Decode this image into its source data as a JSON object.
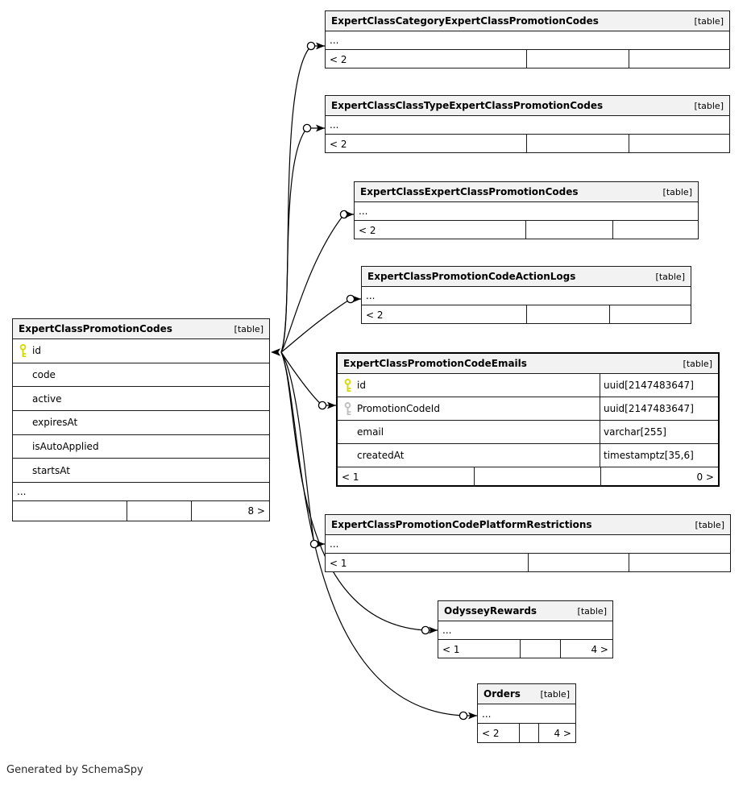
{
  "diagram": {
    "generated_by": "Generated by SchemaSpy",
    "colors": {
      "header_bg": "#f2f2f2",
      "primary_key": "#d8d800",
      "foreign_key": "#bfbfbf",
      "line": "#000000"
    }
  },
  "tables": [
    {
      "title": "ExpertClassPromotionCodes",
      "tag": "[table]",
      "fields": [
        {
          "name": "id",
          "key": "primary"
        },
        {
          "name": "code",
          "key": ""
        },
        {
          "name": "active",
          "key": ""
        },
        {
          "name": "expiresAt",
          "key": ""
        },
        {
          "name": "isAutoApplied",
          "key": ""
        },
        {
          "name": "startsAt",
          "key": ""
        }
      ],
      "ellipsis": "...",
      "footer": [
        "",
        "",
        "8 >"
      ]
    },
    {
      "title": "ExpertClassCategoryExpertClassPromotionCodes",
      "tag": "[table]",
      "ellipsis": "...",
      "footer": [
        "< 2",
        "",
        ""
      ]
    },
    {
      "title": "ExpertClassClassTypeExpertClassPromotionCodes",
      "tag": "[table]",
      "ellipsis": "...",
      "footer": [
        "< 2",
        "",
        ""
      ]
    },
    {
      "title": "ExpertClassExpertClassPromotionCodes",
      "tag": "[table]",
      "ellipsis": "...",
      "footer": [
        "< 2",
        "",
        ""
      ]
    },
    {
      "title": "ExpertClassPromotionCodeActionLogs",
      "tag": "[table]",
      "ellipsis": "...",
      "footer": [
        "< 2",
        "",
        ""
      ]
    },
    {
      "title": "ExpertClassPromotionCodeEmails",
      "tag": "[table]",
      "fields": [
        {
          "name": "id",
          "type": "uuid[2147483647]",
          "key": "primary"
        },
        {
          "name": "PromotionCodeId",
          "type": "uuid[2147483647]",
          "key": "foreign"
        },
        {
          "name": "email",
          "type": "varchar[255]",
          "key": ""
        },
        {
          "name": "createdAt",
          "type": "timestamptz[35,6]",
          "key": ""
        }
      ],
      "footer": [
        "< 1",
        "",
        "0 >"
      ]
    },
    {
      "title": "ExpertClassPromotionCodePlatformRestrictions",
      "tag": "[table]",
      "ellipsis": "...",
      "footer": [
        "< 1",
        "",
        ""
      ]
    },
    {
      "title": "OdysseyRewards",
      "tag": "[table]",
      "ellipsis": "...",
      "footer": [
        "< 1",
        "",
        "4 >"
      ]
    },
    {
      "title": "Orders",
      "tag": "[table]",
      "ellipsis": "...",
      "footer": [
        "< 2",
        "",
        "4 >"
      ]
    }
  ],
  "relationships": [
    {
      "from": "ExpertClassPromotionCodes.id",
      "to": "ExpertClassCategoryExpertClassPromotionCodes"
    },
    {
      "from": "ExpertClassPromotionCodes.id",
      "to": "ExpertClassClassTypeExpertClassPromotionCodes"
    },
    {
      "from": "ExpertClassPromotionCodes.id",
      "to": "ExpertClassExpertClassPromotionCodes"
    },
    {
      "from": "ExpertClassPromotionCodes.id",
      "to": "ExpertClassPromotionCodeActionLogs"
    },
    {
      "from": "ExpertClassPromotionCodes.id",
      "to": "ExpertClassPromotionCodeEmails.PromotionCodeId"
    },
    {
      "from": "ExpertClassPromotionCodes.id",
      "to": "ExpertClassPromotionCodePlatformRestrictions"
    },
    {
      "from": "ExpertClassPromotionCodes.id",
      "to": "OdysseyRewards"
    },
    {
      "from": "ExpertClassPromotionCodes.id",
      "to": "Orders"
    }
  ]
}
